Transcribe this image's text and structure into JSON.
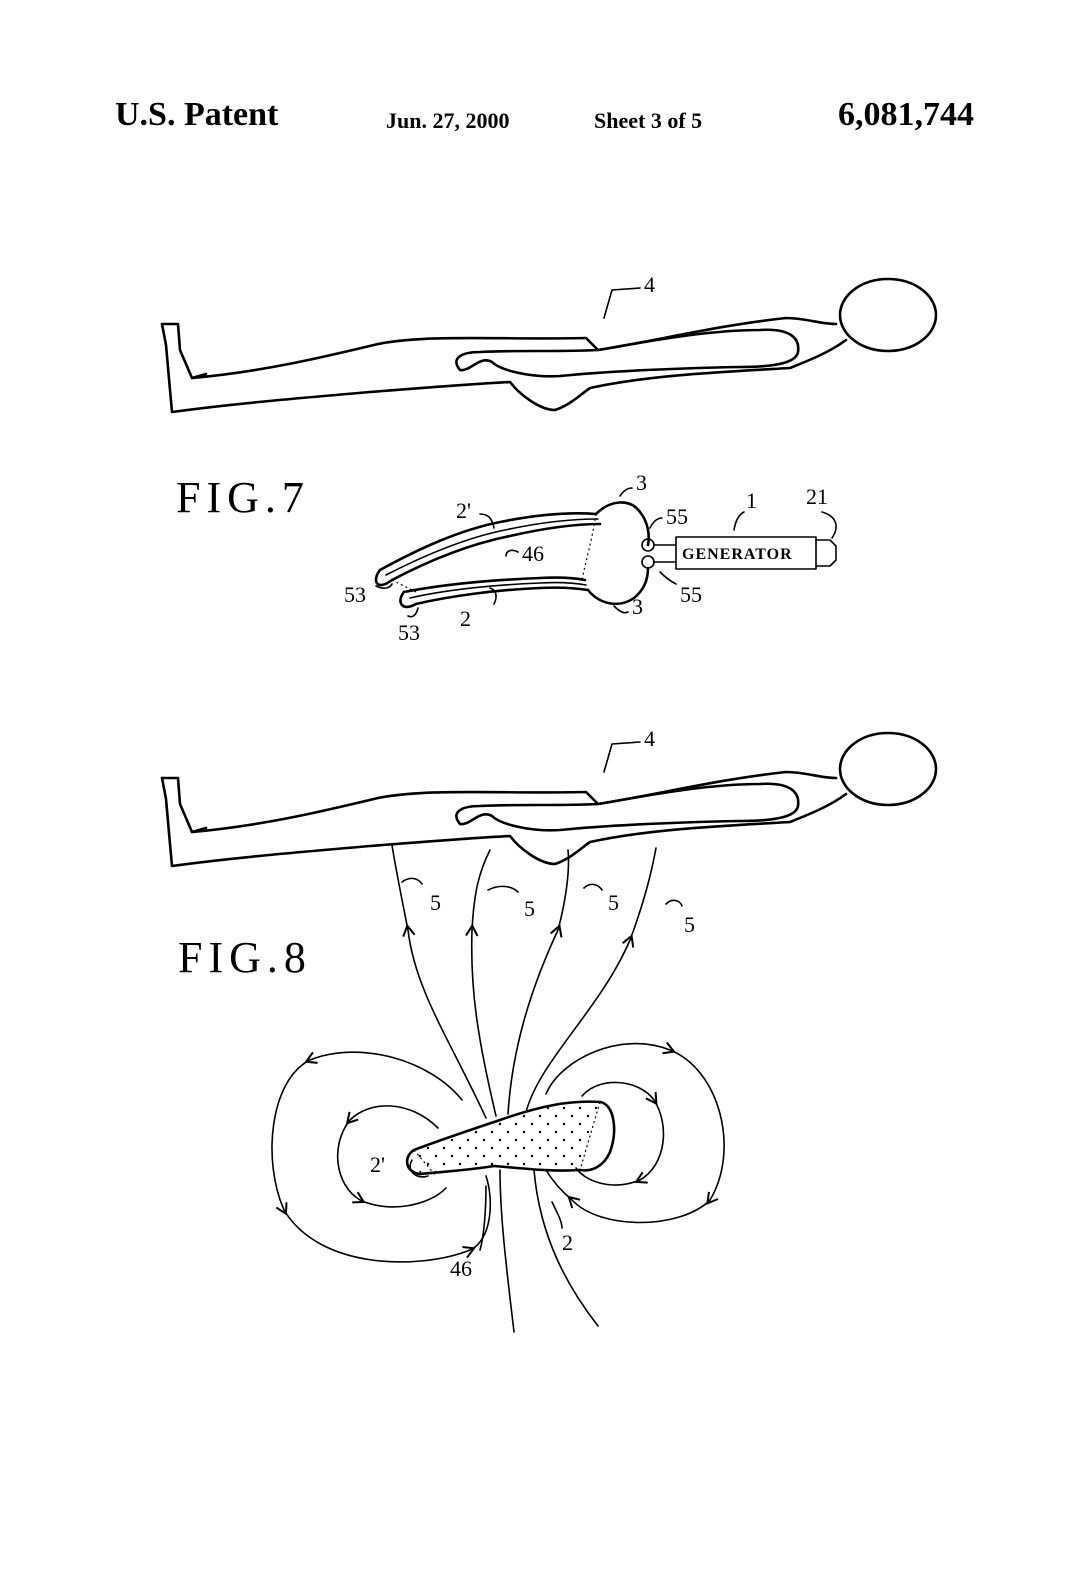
{
  "header": {
    "left": "U.S. Patent",
    "date": "Jun. 27, 2000",
    "sheet": "Sheet 3 of 5",
    "number": "6,081,744"
  },
  "fig7": {
    "title": "FIG.7",
    "labels": {
      "body": "4",
      "coil_upper": "2'",
      "coil_lower": "2",
      "core": "46",
      "lead_upper": "3",
      "lead_lower": "3",
      "terminal_upper": "55",
      "terminal_lower": "55",
      "generator_ref": "1",
      "plug_ref": "21",
      "end_upper": "53",
      "end_lower": "53"
    },
    "generator_text": "GENERATOR"
  },
  "fig8": {
    "title": "FIG.8",
    "labels": {
      "body": "4",
      "field_1": "5",
      "field_2": "5",
      "field_3": "5",
      "field_4": "5",
      "coil_upper": "2'",
      "coil_lower": "2",
      "core": "46"
    }
  }
}
